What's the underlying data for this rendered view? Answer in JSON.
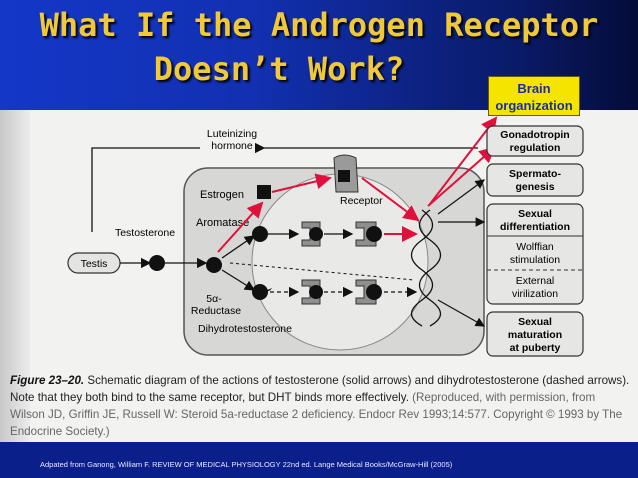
{
  "slide": {
    "title_line1": "What If the Androgen Receptor",
    "title_line2": "Doesn’t Work?",
    "callout": "Brain organization"
  },
  "diagram": {
    "lh": [
      "Luteinizing",
      "hormone"
    ],
    "testosterone": "Testosterone",
    "testis": "Testis",
    "estrogen": "Estrogen",
    "aromatase": "Aromatase",
    "receptor": "Receptor",
    "reductase_a": "5α-",
    "reductase_b": "Reductase",
    "dht": "Dihydrotestosterone",
    "effects": {
      "gonadotropin": [
        "Gonadotropin",
        "regulation"
      ],
      "spermatogenesis": [
        "Spermato-",
        "genesis"
      ],
      "sexual_diff": [
        "Sexual",
        "differentiation"
      ],
      "wolffian": [
        "Wolffian",
        "stimulation"
      ],
      "external": [
        "External",
        "virilization"
      ],
      "puberty": [
        "Sexual",
        "maturation",
        "at puberty"
      ]
    }
  },
  "caption": {
    "figure": "Figure 23–20.",
    "main": " Schematic diagram of the actions of testosterone (solid arrows) and dihydrotestosterone (dashed arrows). Note that they both bind to the same receptor, but DHT binds more effectively.",
    "credit": " (Reproduced, with permission, from Wilson JD, Griffin JE, Russell W: Steroid 5a-reductase 2 deficiency. Endocr Rev 1993;14:577. Copyright © 1993 by The Endocrine Society.)"
  },
  "footer": "Adpated from Ganong, William F.  REVIEW OF MEDICAL PHYSIOLOGY 22nd ed.  Lange Medical Books/McGraw-Hill (2005)",
  "colors": {
    "title": "#f0c93a",
    "callout_bg": "#f5e400",
    "callout_text": "#1b2eaa",
    "arrow_red": "#e0103c"
  }
}
